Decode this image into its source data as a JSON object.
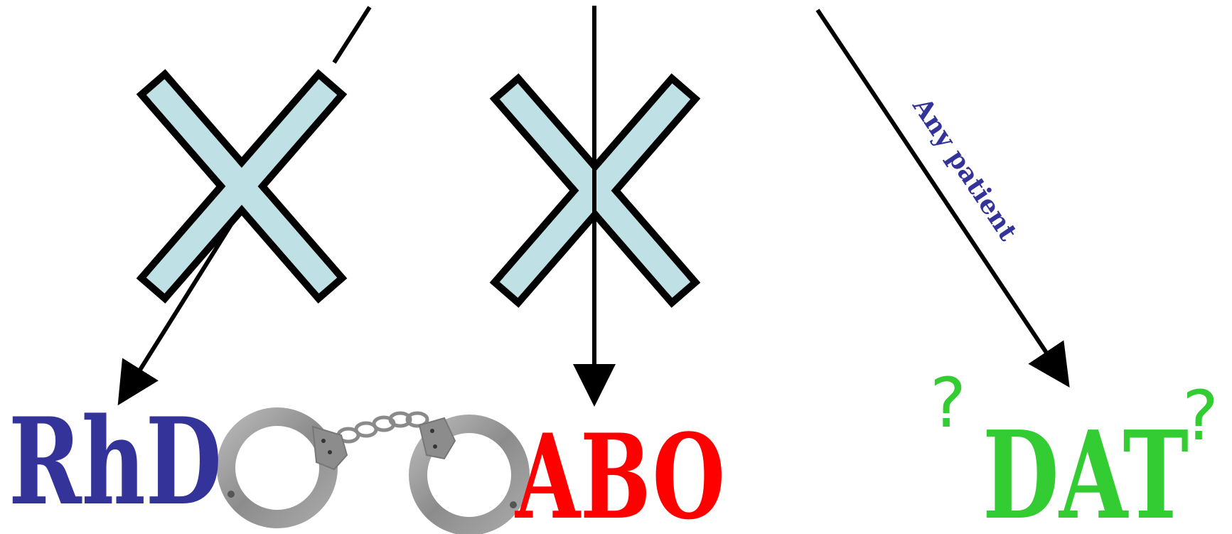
{
  "labels": {
    "rhd": "RhD",
    "abo": "ABO",
    "dat": "DAT",
    "any_patient": "Any patient",
    "question_mark": "?"
  },
  "colors": {
    "rhd": "#333399",
    "abo": "#ff0000",
    "dat": "#33cc33",
    "any_patient": "#333399",
    "question": "#33cc33",
    "cross_fill": "#bfe0e4",
    "line": "#000000",
    "cuff_gray": "#9a9a9a"
  },
  "icons": {
    "cross": "x-cross-icon",
    "handcuffs": "handcuffs-icon"
  }
}
